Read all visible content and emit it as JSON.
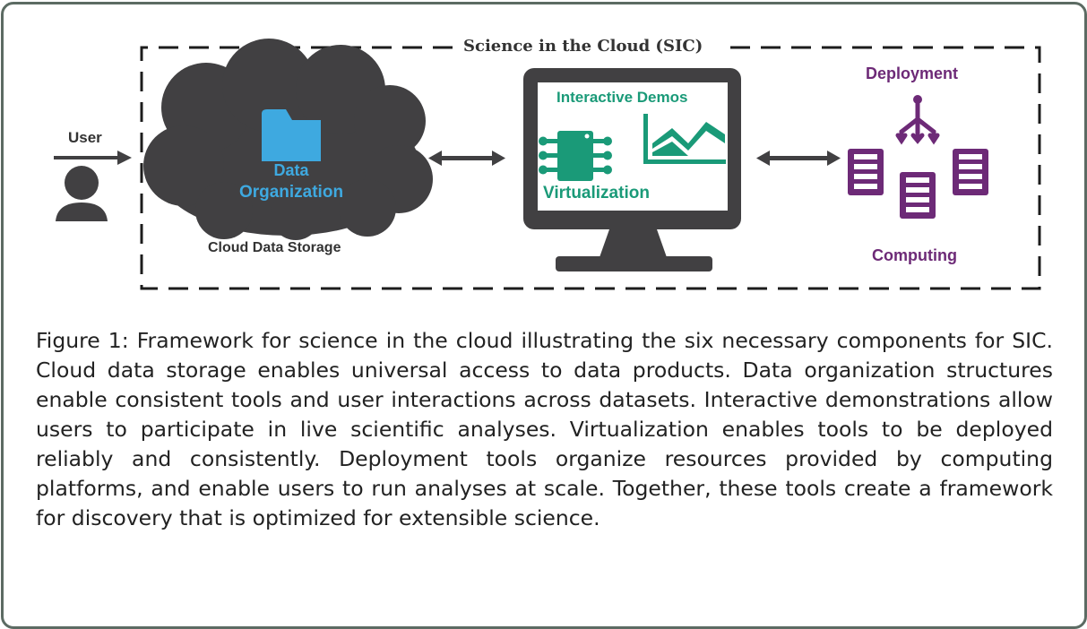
{
  "diagram": {
    "title": "Science in the Cloud (SIC)",
    "user_label": "User",
    "data_label_line1": "Data",
    "data_label_line2": "Organization",
    "cloud_label": "Cloud Data Storage",
    "demos_label": "Interactive Demos",
    "virtualization_label": "Virtualization",
    "deployment_label": "Deployment",
    "computing_label": "Computing",
    "colors": {
      "dark": "#414042",
      "blue": "#3ea9e0",
      "green": "#1a9a78",
      "purple": "#6d2a77"
    }
  },
  "caption": {
    "text": "Figure 1: Framework for science in the cloud illustrating the six necessary components for SIC. Cloud data storage enables universal access to data products. Data organization structures enable consistent tools and user interactions across datasets. Interactive demonstrations allow users to participate in live scientific analyses. Virtualization enables tools to be deployed reliably and consistently. Deployment tools organize resources provided by computing platforms, and enable users to run analyses at scale. Together, these tools create a framework for discovery that is optimized for extensible science."
  }
}
